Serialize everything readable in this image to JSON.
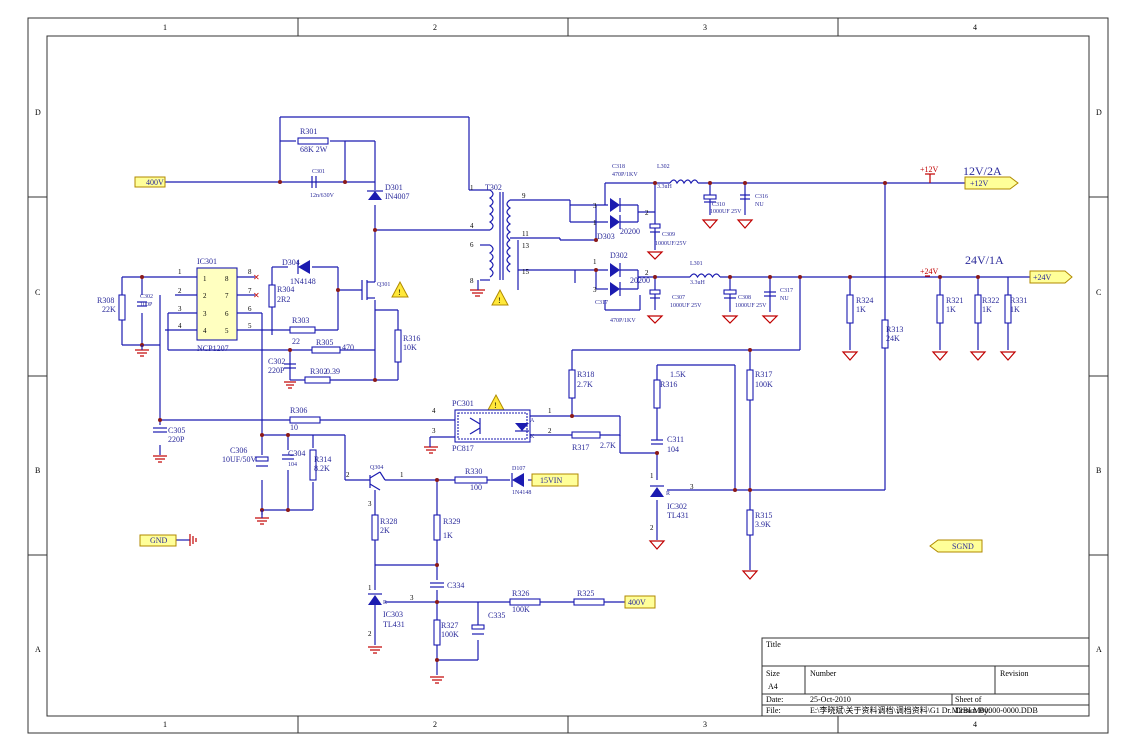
{
  "frame": {
    "columns": [
      "1",
      "2",
      "3",
      "4"
    ],
    "rows": [
      "D",
      "C",
      "B",
      "A"
    ]
  },
  "title_block": {
    "title_label": "Title",
    "size_label": "Size",
    "size_value": "A4",
    "number_label": "Number",
    "revision_label": "Revision",
    "date_label": "Date:",
    "date_value": "25-Oct-2010",
    "sheet_label": "Sheet    of",
    "file_label": "File:",
    "file_value": "E:\\李晓斌\\关于资料调档\\调档资料\\G1 Dr.M2BLM00000-0000.DDB",
    "drawn_label": "Drawn By:"
  },
  "ports": {
    "in_400v_left": "400V",
    "out_12v": "+12V",
    "out_24v": "+24V",
    "in_15vin": "15VIN",
    "in_400v_bottom": "400V",
    "gnd": "GND",
    "sgnd": "SGND"
  },
  "rails": {
    "v12_label": "12V/2A",
    "v24_label": "24V/1A",
    "plus12": "+12V",
    "plus24": "+24V"
  },
  "components": {
    "r301": {
      "ref": "R301",
      "val": "68K 2W"
    },
    "c301": {
      "ref": "C301",
      "val": "12n/630V"
    },
    "d301": {
      "ref": "D301",
      "val": "IN4007"
    },
    "t302": {
      "ref": "T302"
    },
    "ic301": {
      "ref": "IC301",
      "val": "NCP1207"
    },
    "d304": {
      "ref": "D304",
      "val": "1N4148"
    },
    "r304": {
      "ref": "R304",
      "val": "2R2"
    },
    "q301": {
      "ref": "Q301"
    },
    "r303": {
      "ref": "R303",
      "val": "22"
    },
    "r305": {
      "ref": "R305",
      "val": "470"
    },
    "r316a": {
      "ref": "R316",
      "val": "10K"
    },
    "c302": {
      "ref": "C302",
      "val": "220P"
    },
    "r302": {
      "ref": "R302",
      "val": "0.39"
    },
    "r308": {
      "ref": "R308",
      "val": "22K"
    },
    "c302b": {
      "ref": "C302",
      "val": "100P"
    },
    "c318": {
      "ref": "C318",
      "val": "470P/1KV"
    },
    "l302": {
      "ref": "L302",
      "val": "3.3uH"
    },
    "c310": {
      "ref": "C310",
      "val": "1000UF 25V"
    },
    "c316": {
      "ref": "C316",
      "val": "NU"
    },
    "d303": {
      "ref": "D303",
      "val": "20200"
    },
    "c309": {
      "ref": "C309",
      "val": "1000UF/25V"
    },
    "d302": {
      "ref": "D302",
      "val": "20200"
    },
    "l301": {
      "ref": "L301",
      "val": "3.3uH"
    },
    "c307": {
      "ref": "C307",
      "val": "1000UF 25V"
    },
    "c308": {
      "ref": "C308",
      "val": "1000UF 25V"
    },
    "c317": {
      "ref": "C317",
      "val": "NU"
    },
    "c317b": {
      "ref": "C317",
      "val": "470P/1KV"
    },
    "r324": {
      "ref": "R324",
      "val": "1K"
    },
    "r313": {
      "ref": "R313",
      "val": "24K"
    },
    "r321": {
      "ref": "R321",
      "val": "1K"
    },
    "r322": {
      "ref": "R322",
      "val": "1K"
    },
    "r331": {
      "ref": "R331",
      "val": "1K"
    },
    "r318": {
      "ref": "R318",
      "val": "2.7K"
    },
    "r316b": {
      "ref": "R316",
      "val": "1.5K"
    },
    "r317a": {
      "ref": "R317",
      "val": "100K"
    },
    "pc301": {
      "ref": "PC301",
      "val": "PC817"
    },
    "r317b": {
      "ref": "R317",
      "val": "2.7K"
    },
    "c311": {
      "ref": "C311",
      "val": "104"
    },
    "ic302": {
      "ref": "IC302",
      "val": "TL431"
    },
    "r315": {
      "ref": "R315",
      "val": "3.9K"
    },
    "r306": {
      "ref": "R306",
      "val": "10"
    },
    "c305": {
      "ref": "C305",
      "val": "220P"
    },
    "c306": {
      "ref": "C306",
      "val": "10UF/50V"
    },
    "c304": {
      "ref": "C304",
      "val": "104"
    },
    "r314": {
      "ref": "R314",
      "val": "8.2K"
    },
    "q304": {
      "ref": "Q304"
    },
    "r330": {
      "ref": "R330",
      "val": "100"
    },
    "d107": {
      "ref": "D107",
      "val": "1N4148"
    },
    "r328": {
      "ref": "R328",
      "val": "2K"
    },
    "r329": {
      "ref": "R329",
      "val": "1K"
    },
    "c334": {
      "ref": "C334"
    },
    "r326": {
      "ref": "R326",
      "val": "100K"
    },
    "r325": {
      "ref": "R325"
    },
    "c335": {
      "ref": "C335"
    },
    "r327": {
      "ref": "R327",
      "val": "100K"
    },
    "ic303": {
      "ref": "IC303",
      "val": "TL431"
    }
  },
  "pins": {
    "t_1": "1",
    "t_4": "4",
    "t_6": "6",
    "t_8": "8",
    "t_9": "9",
    "t_11": "11",
    "t_13": "13",
    "t_15": "15",
    "ic_1": "1",
    "ic_2": "2",
    "ic_3": "3",
    "ic_4": "4",
    "ic_5": "5",
    "ic_6": "6",
    "ic_7": "7",
    "ic_8": "8",
    "p1": "1",
    "p2": "2",
    "p3": "3",
    "p4": "4",
    "p5": "5",
    "p6": "6",
    "p7": "7",
    "p8": "8",
    "d3": "3",
    "d1": "1",
    "d2": "2",
    "pc_1": "1",
    "pc_2": "2",
    "pc_3": "3",
    "pc_4": "4",
    "q_2": "2",
    "q_1": "1",
    "q_3": "3",
    "r_1": "1",
    "r_2": "2",
    "r_3": "3",
    "ak_a": "A",
    "ak_k": "K",
    "ak_r": "R"
  }
}
